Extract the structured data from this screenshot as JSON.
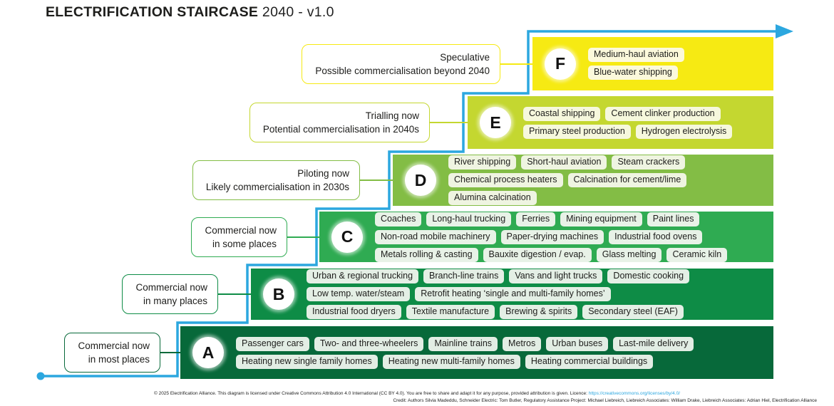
{
  "title": {
    "main": "ELECTRIFICATION STAIRCASE",
    "suffix": "2040 - v1.0"
  },
  "colors": {
    "staircase_blue": "#2CA7DF",
    "text_dark": "#1D1D1B"
  },
  "stages": [
    {
      "letter": "F",
      "label_line1": "Speculative",
      "label_line2": "Possible commercialisation beyond 2040",
      "band_color": "#F6EA13",
      "chip_color": "#FCF9DB",
      "tag_rows": [
        [
          "Medium-haul aviation"
        ],
        [
          "Blue-water shipping"
        ]
      ]
    },
    {
      "letter": "E",
      "label_line1": "Trialling now",
      "label_line2": "Potential commercialisation in 2040s",
      "band_color": "#C4D730",
      "chip_color": "#F6F8DD",
      "tag_rows": [
        [
          "Coastal shipping",
          "Cement clinker production"
        ],
        [
          "Primary steel production",
          "Hydrogen electrolysis"
        ]
      ]
    },
    {
      "letter": "D",
      "label_line1": "Piloting now",
      "label_line2": "Likely commercialisation in 2030s",
      "band_color": "#83BD45",
      "chip_color": "#EFF4E1",
      "tag_rows": [
        [
          "River shipping",
          "Short-haul aviation",
          "Steam crackers"
        ],
        [
          "Chemical process heaters",
          "Calcination for cement/lime"
        ],
        [
          "Alumina calcination"
        ]
      ]
    },
    {
      "letter": "C",
      "label_line1": "Commercial now",
      "label_line2": "in some places",
      "band_color": "#2FAB52",
      "chip_color": "#E8F2E7",
      "tag_rows": [
        [
          "Coaches",
          "Long-haul trucking",
          "Ferries",
          "Mining equipment",
          "Paint lines"
        ],
        [
          "Non-road mobile machinery",
          "Paper-drying machines",
          "Industrial food ovens"
        ],
        [
          "Metals rolling & casting",
          "Bauxite digestion / evap.",
          "Glass melting",
          "Ceramic kiln"
        ]
      ]
    },
    {
      "letter": "B",
      "label_line1": "Commercial now",
      "label_line2": "in many places",
      "band_color": "#0E8C46",
      "chip_color": "#E4EFE5",
      "tag_rows": [
        [
          "Urban & regional trucking",
          "Branch-line trains",
          "Vans and light trucks",
          "Domestic cooking"
        ],
        [
          "Low temp. water/steam",
          "Retrofit heating ‘single and multi-family homes’"
        ],
        [
          "Industrial food dryers",
          "Textile manufacture",
          "Brewing & spirits",
          "Secondary steel (EAF)"
        ]
      ]
    },
    {
      "letter": "A",
      "label_line1": "Commercial now",
      "label_line2": "in most places",
      "band_color": "#07693A",
      "chip_color": "#E2EDE4",
      "tag_rows": [
        [
          "Passenger cars",
          "Two- and three-wheelers",
          "Mainline trains",
          "Metros",
          "Urban buses",
          "Last-mile delivery"
        ],
        [
          "Heating new single family homes",
          "Heating new multi-family homes",
          "Heating commercial buildings"
        ]
      ]
    }
  ],
  "footer": {
    "license_text": "© 2025 Electrification Alliance. This diagram is licensed under Creative Commons Attribution 4.0 International (CC BY 4.0). You are free to share and adapt it for any purpose, provided attribution is given. Licence:",
    "license_url": "https://creativecommons.org/licenses/by/4.0/",
    "credit_line": "Credit: Authors Silvia Madeddu, Schneider Electric: Tom Butler, Regulatory Assistance Project: Michael Liebreich, Liebreich Associates: William Drake, Liebreich Associates: Adrian Hiel, Electrification Alliance"
  }
}
